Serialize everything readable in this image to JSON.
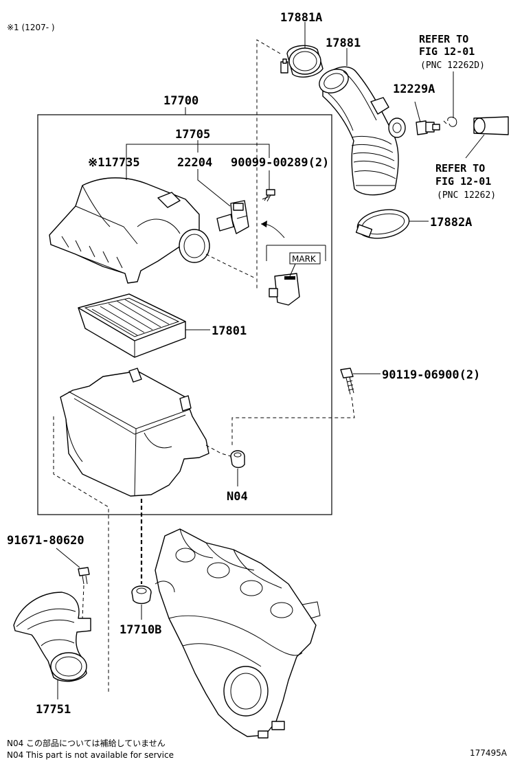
{
  "header_note": "※1 (1207-      )",
  "labels": {
    "p17881A": "17881A",
    "p17881": "17881",
    "refer1_l1": "REFER TO",
    "refer1_l2": "FIG 12-01",
    "refer1_l3": "(PNC 12262D)",
    "p12229A": "12229A",
    "p17700": "17700",
    "p17705": "17705",
    "p17735": "※117735",
    "p22204": "22204",
    "p90099": "90099-00289(2)",
    "refer2_l1": "REFER TO",
    "refer2_l2": "FIG 12-01",
    "refer2_l3": "(PNC 12262)",
    "p17882A": "17882A",
    "mark": "MARK",
    "p17801": "17801",
    "p90119": "90119-06900(2)",
    "pN04": "N04",
    "p91671": "91671-80620",
    "p17710B": "17710B",
    "p17751": "17751"
  },
  "footer": {
    "note_jp": "N04  この部品については補給していません",
    "note_en": "N04  This part is not available for service",
    "figure_id": "177495A"
  }
}
